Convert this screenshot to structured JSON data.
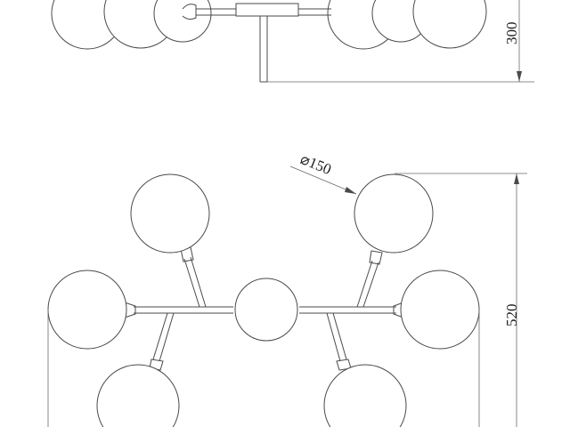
{
  "diagram": {
    "side_view_height_label": "300",
    "globe_diameter_label": "⌀150",
    "top_view_height_label": "520"
  },
  "colors": {
    "line": "#4a4a4a",
    "background": "#ffffff",
    "text": "#222222"
  }
}
